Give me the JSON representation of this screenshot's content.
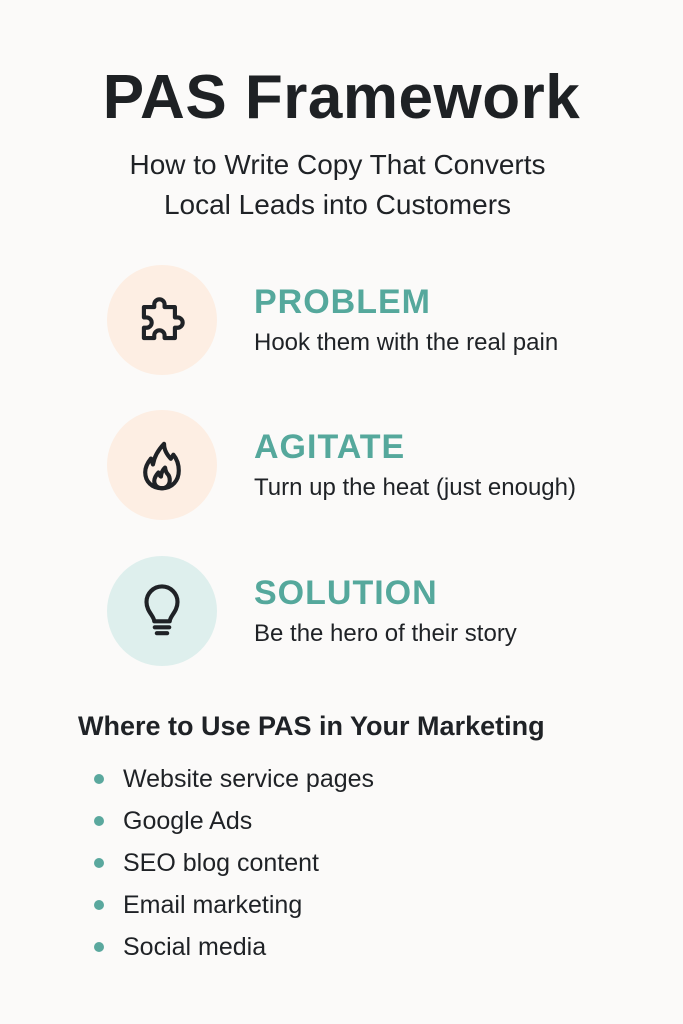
{
  "header": {
    "title": "PAS Framework",
    "subtitle_line1": "How to Write Copy That Converts",
    "subtitle_line2": "Local Leads into Customers"
  },
  "steps": [
    {
      "icon": "puzzle-icon",
      "title": "PROBLEM",
      "description": "Hook them with the real pain",
      "circle_color": "#fdeee3"
    },
    {
      "icon": "flame-icon",
      "title": "AGITATE",
      "description": "Turn up the heat (just enough)",
      "circle_color": "#fdeee3"
    },
    {
      "icon": "lightbulb-icon",
      "title": "SOLUTION",
      "description": "Be the hero of their story",
      "circle_color": "#deefed"
    }
  ],
  "uses": {
    "title": "Where to Use PAS in Your Marketing",
    "items": [
      "Website service pages",
      "Google Ads",
      "SEO blog content",
      "Email marketing",
      "Social media"
    ]
  },
  "colors": {
    "accent": "#55a89c",
    "text": "#1f2226",
    "background": "#fbfaf9"
  }
}
